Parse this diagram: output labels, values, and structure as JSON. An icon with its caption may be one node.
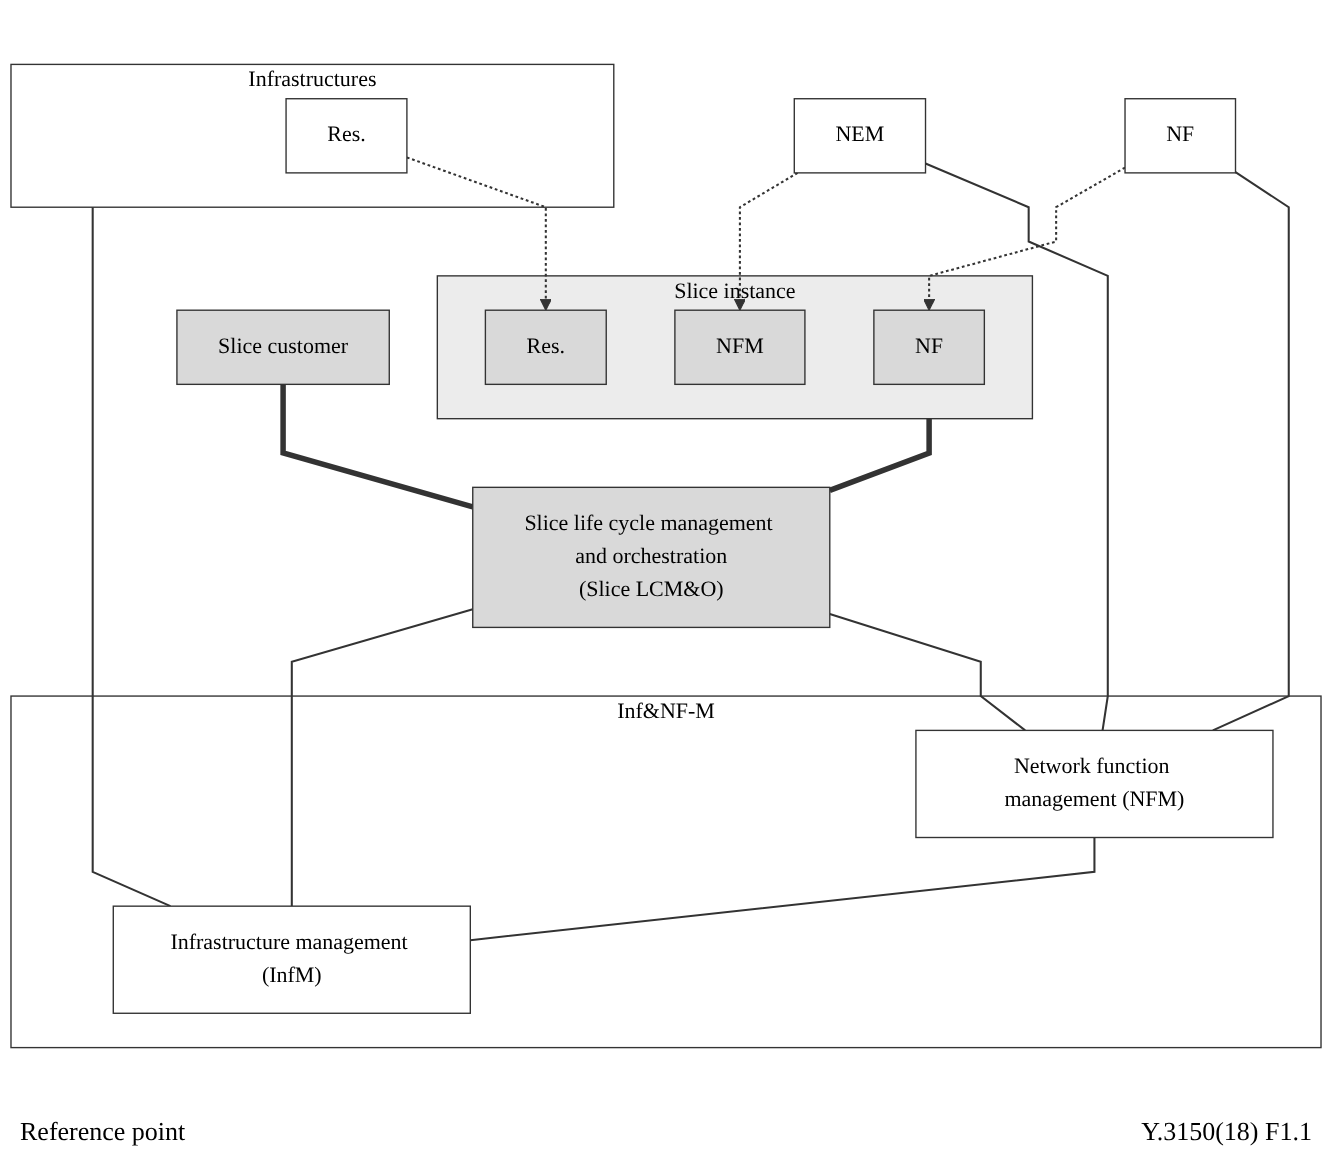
{
  "diagram": {
    "nodes": [
      {
        "text": [
          "Slice customer"
        ]
      },
      {
        "text": [
          "Slice life cycle management and orchestration",
          "(Slice LCM&O)"
        ]
      },
      {
        "text": [
          "Slice instance"
        ]
      },
      {
        "text": [
          "NF"
        ],
        "in": 2
      },
      {
        "text": [
          "NFM"
        ],
        "in": 2
      },
      {
        "text": [
          "Res."
        ],
        "in": 2
      },
      {
        "text": [
          "Inf&NF-M"
        ]
      },
      {
        "text": [
          "Network function management (NFM)"
        ],
        "in": 6
      },
      {
        "text": [
          "Infrastructure management (InfM)"
        ],
        "in": 6
      },
      {
        "text": [
          "NEM"
        ]
      },
      {
        "text": [
          "NF"
        ]
      },
      {
        "text": [
          "Infrastructures"
        ]
      },
      {
        "text": [
          "Res."
        ],
        "in": 11
      }
    ],
    "edges": [
      {
        "from": 0,
        "to": 1,
        "arrow": "none",
        "style": "thick"
      },
      {
        "from": 2,
        "to": 1,
        "arrow": "none",
        "style": "thick"
      },
      {
        "from": 1,
        "to": 7,
        "arrow": "none"
      },
      {
        "from": 1,
        "to": 8,
        "arrow": "none"
      },
      {
        "from": 9,
        "to": 7,
        "arrow": "none"
      },
      {
        "from": 10,
        "to": 7,
        "arrow": "none"
      },
      {
        "from": 7,
        "to": 8,
        "arrow": "none"
      },
      {
        "from": 11,
        "to": 8,
        "arrow": "none"
      },
      {
        "from": 9,
        "to": 4,
        "arrow": "to",
        "style": "dashed"
      },
      {
        "from": 10,
        "to": 3,
        "arrow": "to",
        "style": "dashed"
      },
      {
        "from": 12,
        "to": 5,
        "arrow": "to",
        "style": "dashed"
      }
    ],
    "labels": [
      "Reference point",
      "Y.3150(18) F1.1"
    ]
  }
}
